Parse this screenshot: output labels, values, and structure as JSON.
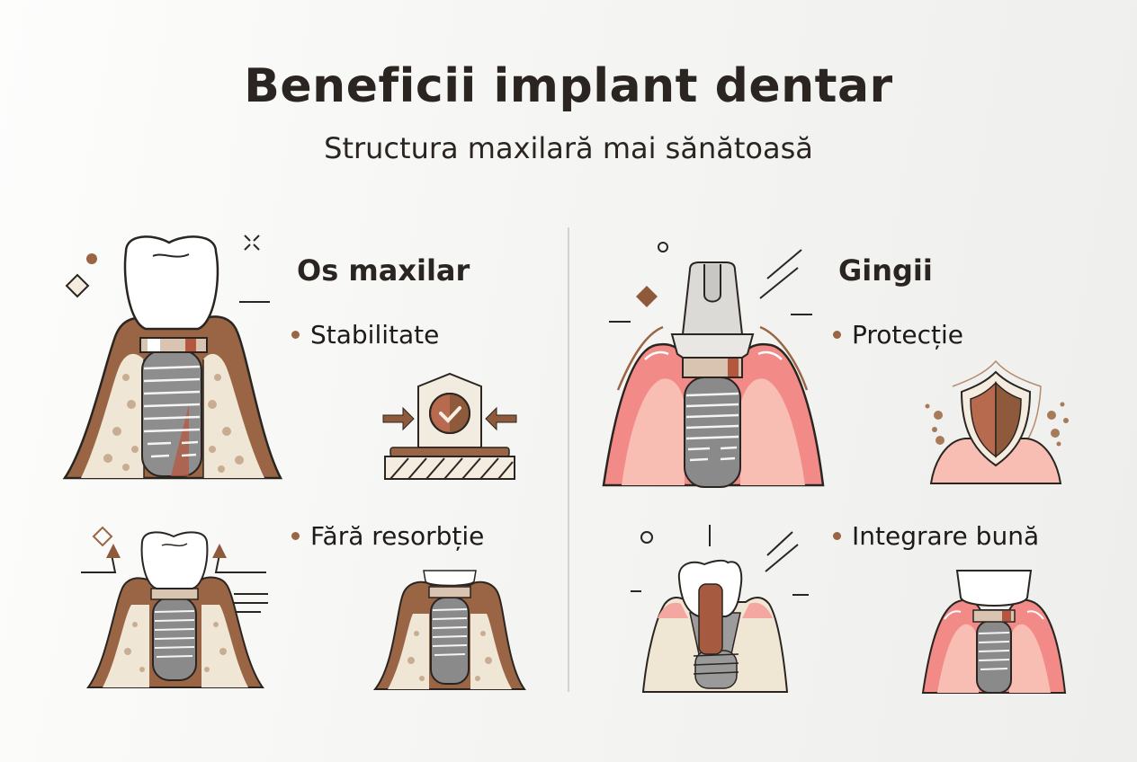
{
  "header": {
    "title": "Beneficii implant dentar",
    "subtitle": "Structura maxilară mai sănătoasă"
  },
  "sections": [
    {
      "heading": "Os maxilar",
      "bullets": [
        {
          "label": "Stabilitate",
          "illustration": "stability-shield-check-icon"
        },
        {
          "label": "Fără resorbție",
          "illustration": "bone-preserved-implant-icon"
        }
      ],
      "main_illustration": "implant-in-jawbone"
    },
    {
      "heading": "Gingii",
      "bullets": [
        {
          "label": "Protecție",
          "illustration": "gum-shield-icon"
        },
        {
          "label": "Integrare bună",
          "illustration": "gum-integrated-implant-icon"
        }
      ],
      "main_illustration": "abutment-in-gum"
    }
  ],
  "colors": {
    "text": "#2a2521",
    "bone_brown": "#9a6544",
    "bone_light": "#efe6d6",
    "gum_pink": "#f28b87",
    "gum_light": "#f8bdb3",
    "metal": "#8e8e8e",
    "divider": "#d2d2cf"
  }
}
